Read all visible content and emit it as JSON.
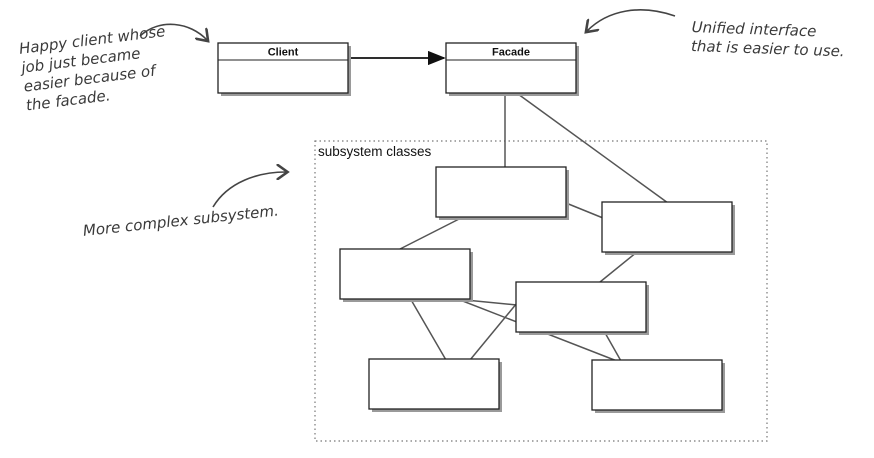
{
  "notes": {
    "client": "Happy client whose\njob just became\neasier because of\nthe facade.",
    "facade": "Unified interface\nthat is easier to use.",
    "subsystem": "More complex subsystem."
  },
  "classes": {
    "client": "Client",
    "facade": "Facade"
  },
  "region": {
    "label": "subsystem classes"
  },
  "colors": {
    "line": "#555555",
    "box_border": "#222222",
    "shadow": "#9a9a9a",
    "note_text": "#3a3a3a"
  }
}
